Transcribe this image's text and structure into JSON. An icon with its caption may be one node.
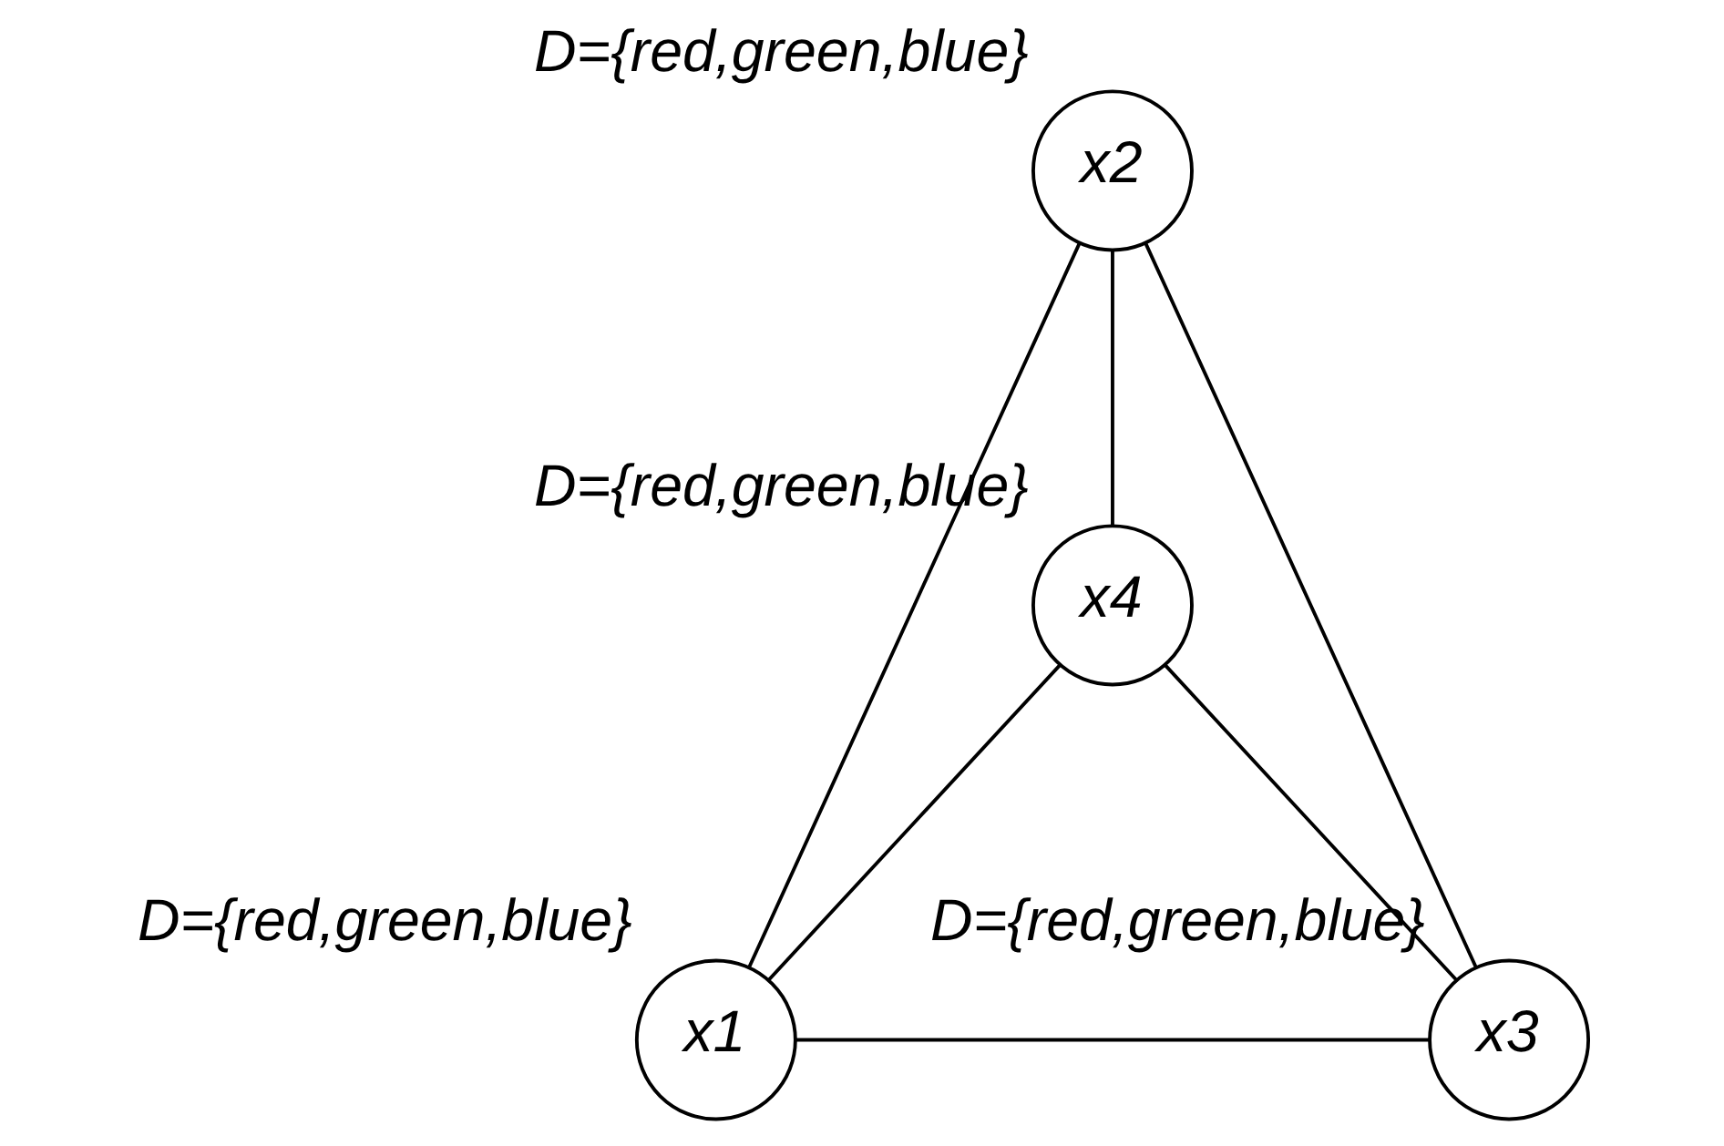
{
  "diagram": {
    "nodes": [
      {
        "text": [
          "x2"
        ],
        "beside": [
          "D={red,green,blue}"
        ]
      },
      {
        "text": [
          "x4"
        ],
        "beside": [
          "D={red,green,blue}"
        ]
      },
      {
        "text": [
          "x1"
        ],
        "beside": [
          "D={red,green,blue}"
        ]
      },
      {
        "text": [
          "x3"
        ],
        "beside": [
          "D={red,green,blue}"
        ]
      }
    ],
    "edges": [
      {
        "from": 0,
        "to": 2,
        "arrow": "none"
      },
      {
        "from": 0,
        "to": 1,
        "arrow": "none"
      },
      {
        "from": 0,
        "to": 3,
        "arrow": "none"
      },
      {
        "from": 1,
        "to": 2,
        "arrow": "none"
      },
      {
        "from": 1,
        "to": 3,
        "arrow": "none"
      },
      {
        "from": 2,
        "to": 3,
        "arrow": "none"
      }
    ]
  }
}
